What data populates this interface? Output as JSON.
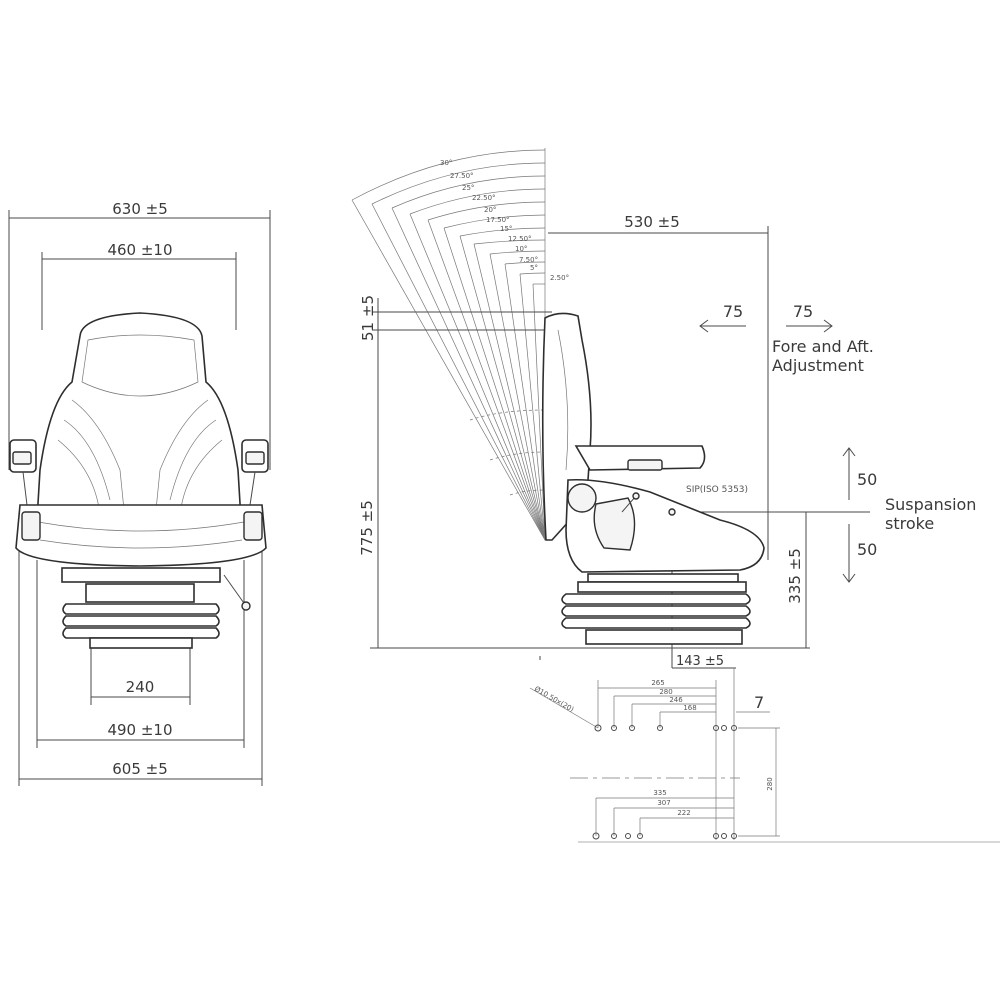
{
  "front_view": {
    "dim_overall_width_top": "630 ±5",
    "dim_backrest_width": "460 ±10",
    "dim_base_width": "240",
    "dim_cushion_width": "490 ±10",
    "dim_overall_width_bottom": "605 ±5"
  },
  "side_view": {
    "dim_depth": "530 ±5",
    "dim_headrest": "51 ±5",
    "dim_height": "775 ±5",
    "dim_sip_height": "335 ±5",
    "dim_sip_offset": "143 ±5",
    "sip_label": "SIP(ISO 5353)",
    "fore_aft_back": "75",
    "fore_aft_forward": "75",
    "fore_aft_label_1": "Fore and Aft.",
    "fore_aft_label_2": "Adjustment",
    "suspension_up": "50",
    "suspension_down": "50",
    "suspension_label_1": "Suspansion",
    "suspension_label_2": "stroke",
    "recline_angles": [
      "30°",
      "27.50°",
      "25°",
      "22.50°",
      "20°",
      "17.50°",
      "15°",
      "12.50°",
      "10°",
      "7.50°",
      "5°",
      "2.50°"
    ]
  },
  "mounting_pattern": {
    "top_dims": [
      "265",
      "280",
      "246",
      "168"
    ],
    "side_dim": "7",
    "hole_label": "Ø10.50x(20)",
    "vertical_dim": "280",
    "bottom_dims": [
      "335",
      "307",
      "222"
    ]
  }
}
